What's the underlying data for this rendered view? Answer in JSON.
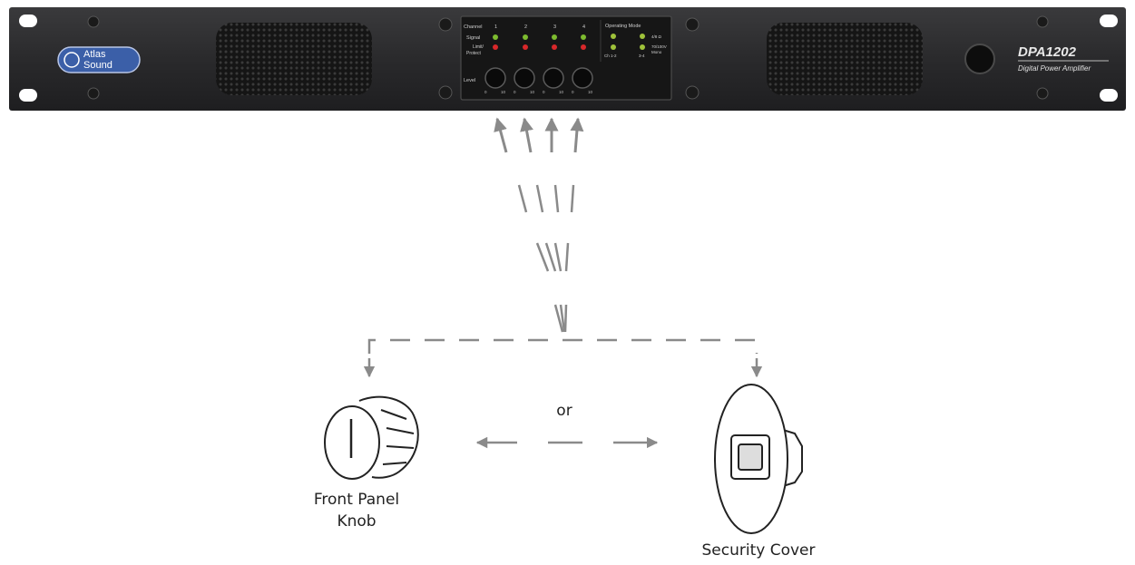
{
  "amplifier": {
    "brand_line1": "Atlas",
    "brand_line2": "Sound",
    "model": "DPA1202",
    "subtitle": "Digital Power Amplifier",
    "panel": {
      "channel_label": "Channel",
      "channels": [
        "1",
        "2",
        "3",
        "4"
      ],
      "signal_label": "Signal",
      "limit_label": "Limit/",
      "protect_label": "Protect",
      "level_label": "Level",
      "operating_mode_label": "Operating Mode",
      "mode_ohms": "4/8 Ω",
      "mode_70v": "70/100V",
      "mode_mono": "Mono",
      "mode_ch12": "Ch 1-2",
      "mode_34": "3-4",
      "knob_scale_min": "0",
      "knob_scale_max": "10"
    }
  },
  "labels": {
    "or": "or",
    "knob_line1": "Front Panel",
    "knob_line2": "Knob",
    "security_cover": "Security Cover"
  },
  "colors": {
    "chassis": "#2b2b2d",
    "led_green": "#7dbb2f",
    "led_red": "#d8282a",
    "arrow_gray": "#8a8a8a",
    "brand_blue": "#3b5fa8"
  }
}
